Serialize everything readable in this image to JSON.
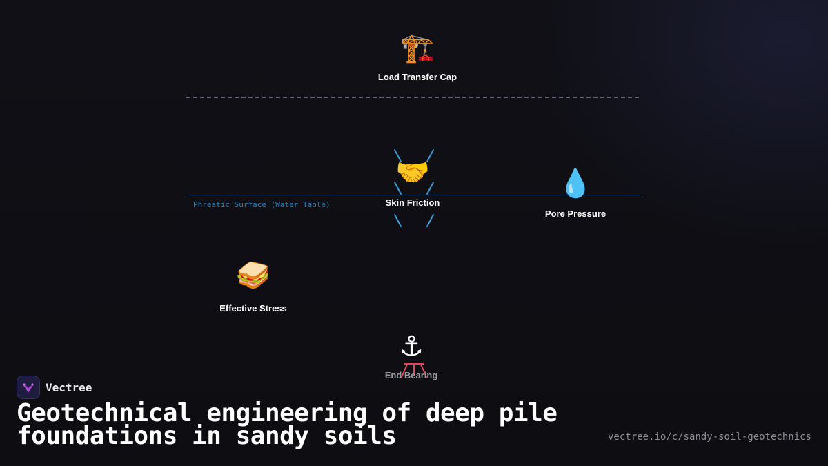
{
  "diagram": {
    "cap_line": {
      "style": "dashed",
      "color": "#5c6374"
    },
    "water_table": {
      "label": "Phreatic Surface (Water Table)",
      "color": "#2c7fb8"
    },
    "nodes": [
      {
        "id": "cap",
        "emoji": "🏗️",
        "icon": "construction-crane-icon",
        "label": "Load Transfer Cap"
      },
      {
        "id": "friction",
        "emoji": "🤝",
        "icon": "handshake-icon",
        "label": "Skin Friction"
      },
      {
        "id": "pore",
        "emoji": "💧",
        "icon": "droplet-icon",
        "label": "Pore Pressure"
      },
      {
        "id": "stress",
        "emoji": "🥪",
        "icon": "sandwich-icon",
        "label": "Effective Stress"
      },
      {
        "id": "bearing",
        "emoji": "⚓",
        "icon": "anchor-icon",
        "label": "End Bearing"
      }
    ],
    "pile_color": "#3a9bd5",
    "rig_color": "#e0475c"
  },
  "brand": {
    "name": "Vectree",
    "logo_color": "#b14ad8"
  },
  "headline": "Geotechnical engineering of deep pile foundations in sandy soils",
  "url": "vectree.io/c/sandy-soil-geotechnics"
}
